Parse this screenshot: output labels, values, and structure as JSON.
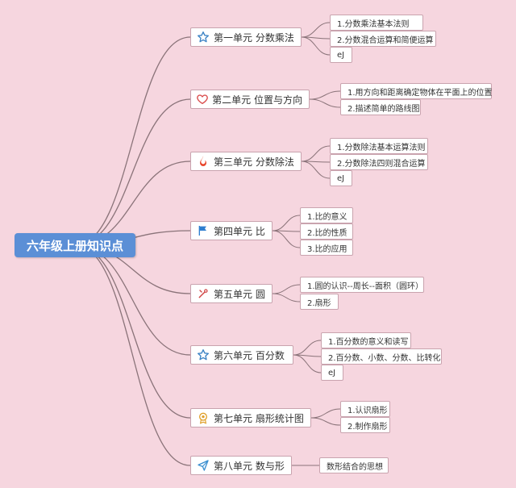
{
  "root": "六年级上册知识点",
  "units": [
    {
      "title": "第一单元 分数乘法",
      "icon": "star-icon",
      "color": "#3b82c4",
      "leaves": [
        "1.分数乘法基本法则",
        "2.分数混合运算和简便运算",
        "eJ"
      ]
    },
    {
      "title": "第二单元 位置与方向",
      "icon": "heart-icon",
      "color": "#d94848",
      "leaves": [
        "1.用方向和距离确定物体在平面上的位置",
        "2.描述简单的路线图"
      ]
    },
    {
      "title": "第三单元 分数除法",
      "icon": "fire-icon",
      "color": "#e8452a",
      "leaves": [
        "1.分数除法基本运算法则",
        "2.分数除法四则混合运算",
        "eJ"
      ]
    },
    {
      "title": "第四单元 比",
      "icon": "flag-icon",
      "color": "#2f7fd0",
      "leaves": [
        "1.比的意义",
        "2.比的性质",
        "3.比的应用"
      ]
    },
    {
      "title": "第五单元 圆",
      "icon": "tools-icon",
      "color": "#d04545",
      "leaves": [
        "1.圆的认识--周长--面积（圆环）",
        "2.扇形"
      ]
    },
    {
      "title": "第六单元 百分数",
      "icon": "star-icon",
      "color": "#3b82c4",
      "leaves": [
        "1.百分数的意义和读写",
        "2.百分数、小数、分数、比转化",
        "eJ"
      ]
    },
    {
      "title": "第七单元 扇形统计图",
      "icon": "medal-icon",
      "color": "#e0a02a",
      "leaves": [
        "1.认识扇形",
        "2.制作扇形"
      ]
    },
    {
      "title": "第八单元 数与形",
      "icon": "paper-plane-icon",
      "color": "#3b8fd0",
      "leaves": [
        "数形结合的思想"
      ]
    }
  ]
}
